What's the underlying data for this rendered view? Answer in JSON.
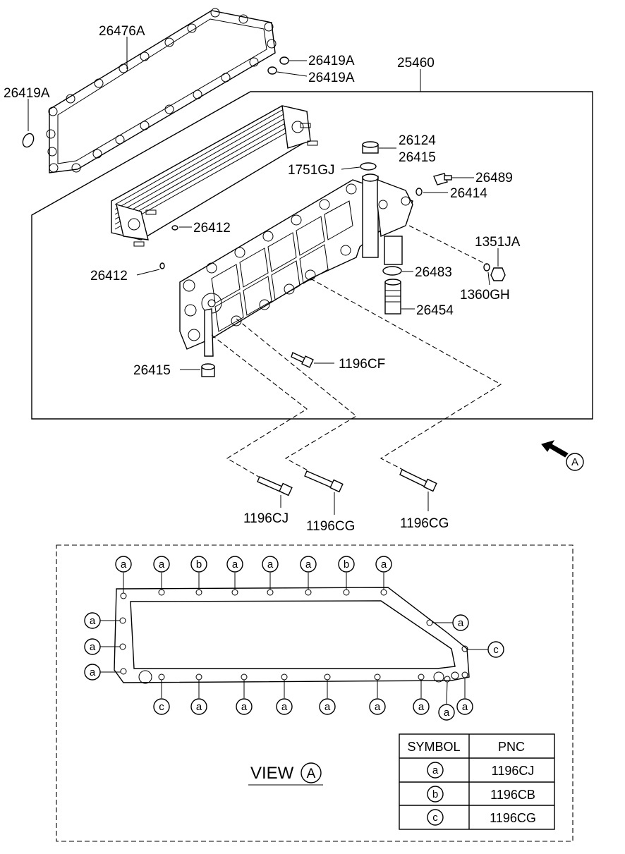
{
  "callouts": {
    "gasket": "26476A",
    "oring_left": "26419A",
    "oring_top1": "26419A",
    "oring_top2": "26419A",
    "assembly": "25460",
    "plug_top": "26124",
    "washer_top": "26415",
    "oring_1751": "1751GJ",
    "sensor": "26489",
    "oring_26414": "26414",
    "oring_26412_a": "26412",
    "oring_26412_b": "26412",
    "stud_nut": "1351JA",
    "washer_1360": "1360GH",
    "oring_26483": "26483",
    "valve": "26454",
    "bolt_cf": "1196CF",
    "washer_bottom": "26415",
    "bolt_cj": "1196CJ",
    "bolt_cg_1": "1196CG",
    "bolt_cg_2": "1196CG",
    "view_ref": "A"
  },
  "view": {
    "title": "VIEW",
    "ref": "A",
    "top_symbols": [
      "a",
      "a",
      "b",
      "a",
      "a",
      "a",
      "b",
      "a"
    ],
    "left_symbols": [
      "a",
      "a",
      "a"
    ],
    "right_symbols": [
      "a",
      "c"
    ],
    "bottom_symbols": [
      "c",
      "a",
      "a",
      "a",
      "a",
      "a",
      "a",
      "a",
      "a"
    ]
  },
  "legend": {
    "headers": [
      "SYMBOL",
      "PNC"
    ],
    "rows": [
      {
        "symbol": "a",
        "pnc": "1196CJ"
      },
      {
        "symbol": "b",
        "pnc": "1196CB"
      },
      {
        "symbol": "c",
        "pnc": "1196CG"
      }
    ]
  }
}
